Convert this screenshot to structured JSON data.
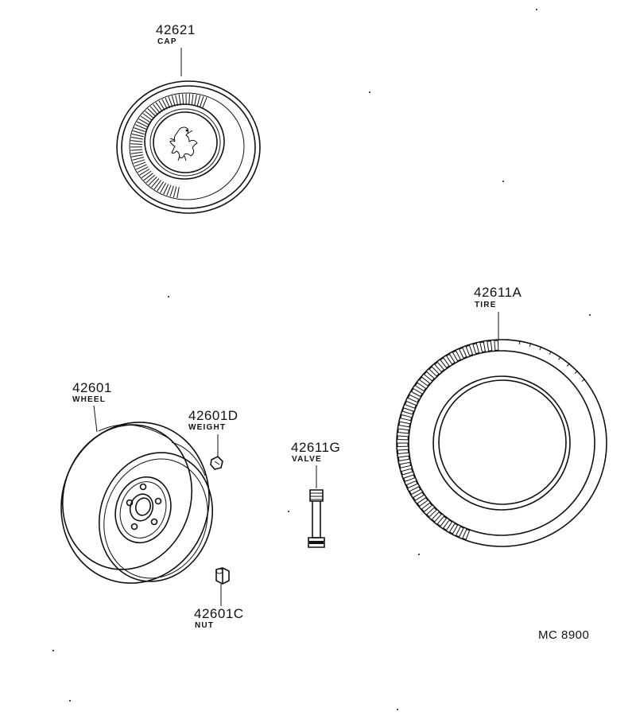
{
  "parts": {
    "cap": {
      "number": "42621",
      "name": "CAP"
    },
    "tire": {
      "number": "42611A",
      "name": "TIRE"
    },
    "wheel": {
      "number": "42601",
      "name": "WHEEL"
    },
    "weight": {
      "number": "42601D",
      "name": "WEIGHT"
    },
    "valve": {
      "number": "42611G",
      "name": "VALVE"
    },
    "nut": {
      "number": "42601C",
      "name": "NUT"
    }
  },
  "diagram_code": "MC 8900",
  "icons": [
    "hubcap-drawing",
    "bird-emblem-icon",
    "tire-drawing",
    "wheel-drawing",
    "balance-weight-drawing",
    "valve-stem-drawing",
    "lug-nut-drawing"
  ]
}
